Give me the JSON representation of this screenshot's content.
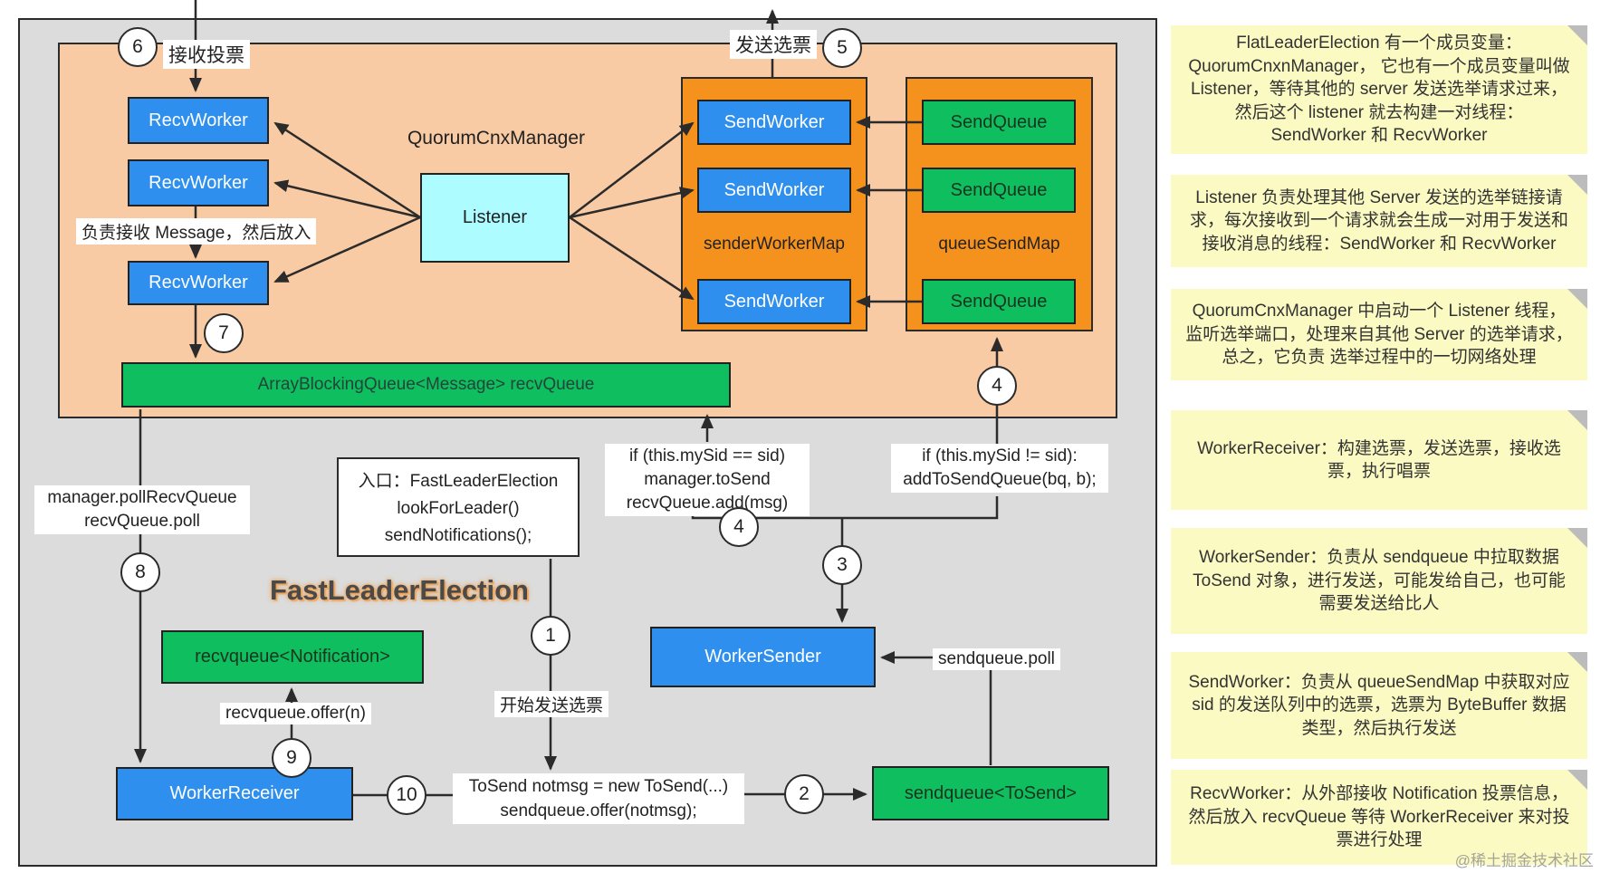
{
  "colors": {
    "diagram_background": "#dcdcdc",
    "outer_panel_orange": "#f9cba4",
    "inner_container_orange": "#f5921e",
    "worker_box_blue": "#2e8fee",
    "queue_box_green": "#0fbe5e",
    "listener_box_cyan": "#adfcff",
    "note_yellow": "#fafac2",
    "line_color": "#2b2b2b"
  },
  "diagram": {
    "title": "FastLeaderElection",
    "quorum_cnx_manager": "QuorumCnxManager",
    "listener": "Listener",
    "recv_worker": "RecvWorker",
    "send_worker": "SendWorker",
    "send_queue": "SendQueue",
    "sender_worker_map": "senderWorkerMap",
    "queue_send_map": "queueSendMap",
    "recv_queue_bar": "ArrayBlockingQueue<Message> recvQueue",
    "recvqueue_notification": "recvqueue<Notification>",
    "sendqueue_tosend": "sendqueue<ToSend>",
    "worker_receiver": "WorkerReceiver",
    "worker_sender": "WorkerSender",
    "entry_line1": "入口：FastLeaderElection",
    "entry_line2": "lookForLeader()",
    "entry_line3": "sendNotifications();",
    "receive_votes": "接收投票",
    "send_votes": "发送选票",
    "recv_message_note": "负责接收 Message，然后放入",
    "manager_poll_line1": "manager.pollRecvQueue",
    "manager_poll_line2": "recvQueue.poll",
    "if_eq_line1": "if (this.mySid == sid)",
    "if_eq_line2": "manager.toSend",
    "if_eq_line3": "recvQueue.add(msg)",
    "if_neq_line1": "if (this.mySid != sid):",
    "if_neq_line2": "addToSendQueue(bq, b);",
    "start_send_votes": "开始发送选票",
    "tosend_line1": "ToSend notmsg = new ToSend(...)",
    "tosend_line2": "sendqueue.offer(notmsg);",
    "recvqueue_offer": "recvqueue.offer(n)",
    "sendqueue_poll": "sendqueue.poll",
    "steps": {
      "c1": "1",
      "c2": "2",
      "c3": "3",
      "c4a": "4",
      "c4b": "4",
      "c5": "5",
      "c6": "6",
      "c7": "7",
      "c8": "8",
      "c9": "9",
      "c10": "10"
    }
  },
  "notes": [
    "FlatLeaderElection 有一个成员变量： QuorumCnxnManager， 它也有一个成员变量叫做 Listener，等待其他的 server 发送选举请求过来，然后这个 listener 就去构建一对线程： SendWorker 和 RecvWorker",
    "Listener 负责处理其他 Server 发送的选举链接请求，每次接收到一个请求就会生成一对用于发送和接收消息的线程：SendWorker 和 RecvWorker",
    "QuorumCnxManager 中启动一个 Listener 线程，监听选举端口，处理来自其他 Server 的选举请求，总之，它负责 选举过程中的一切网络处理",
    "WorkerReceiver：构建选票，发送选票，接收选票，执行唱票",
    "WorkerSender：负责从 sendqueue 中拉取数据 ToSend 对象，进行发送，可能发给自己，也可能需要发送给比人",
    "SendWorker：负责从 queueSendMap 中获取对应 sid 的发送队列中的选票，选票为 ByteBuffer 数据类型，然后执行发送",
    "RecvWorker：从外部接收 Notification 投票信息，然后放入 recvQueue 等待 WorkerReceiver 来对投票进行处理"
  ],
  "watermark": "@稀土掘金技术社区"
}
